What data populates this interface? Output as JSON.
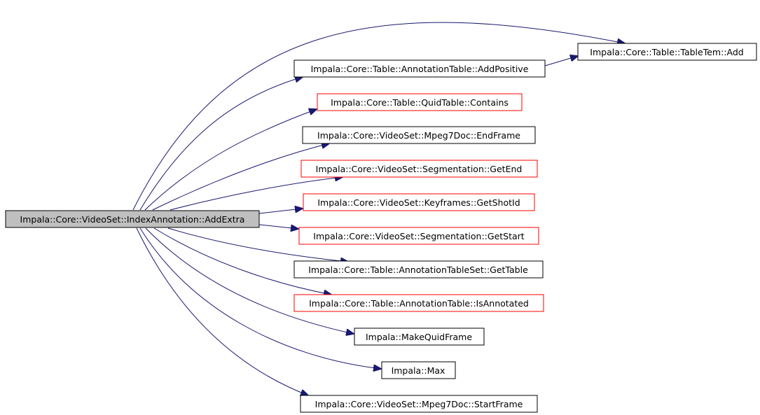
{
  "colors": {
    "background": "#ffffff",
    "root_fill": "#bfbfbf",
    "text": "#000000",
    "edge": "#191970",
    "border_documented": "#000000",
    "border_undocumented": "#ff0000"
  },
  "graph": {
    "root": {
      "id": "root",
      "label": "Impala::Core::VideoSet::IndexAnnotation::AddExtra"
    },
    "nodes": [
      {
        "id": "n_add_positive",
        "label": "Impala::Core::Table::AnnotationTable::AddPositive",
        "border": "black"
      },
      {
        "id": "n_tabletem_add",
        "label": "Impala::Core::Table::TableTem::Add",
        "border": "black"
      },
      {
        "id": "n_contains",
        "label": "Impala::Core::Table::QuidTable::Contains",
        "border": "red"
      },
      {
        "id": "n_endframe",
        "label": "Impala::Core::VideoSet::Mpeg7Doc::EndFrame",
        "border": "black"
      },
      {
        "id": "n_getend",
        "label": "Impala::Core::VideoSet::Segmentation::GetEnd",
        "border": "red"
      },
      {
        "id": "n_getshotid",
        "label": "Impala::Core::VideoSet::Keyframes::GetShotId",
        "border": "red"
      },
      {
        "id": "n_getstart",
        "label": "Impala::Core::VideoSet::Segmentation::GetStart",
        "border": "red"
      },
      {
        "id": "n_gettable",
        "label": "Impala::Core::Table::AnnotationTableSet::GetTable",
        "border": "black"
      },
      {
        "id": "n_isannotated",
        "label": "Impala::Core::Table::AnnotationTable::IsAnnotated",
        "border": "red"
      },
      {
        "id": "n_makequidframe",
        "label": "Impala::MakeQuidFrame",
        "border": "black"
      },
      {
        "id": "n_max",
        "label": "Impala::Max",
        "border": "black"
      },
      {
        "id": "n_startframe",
        "label": "Impala::Core::VideoSet::Mpeg7Doc::StartFrame",
        "border": "black"
      }
    ],
    "edges": [
      {
        "from": "root",
        "to": "n_tabletem_add"
      },
      {
        "from": "root",
        "to": "n_add_positive"
      },
      {
        "from": "n_add_positive",
        "to": "n_tabletem_add"
      },
      {
        "from": "root",
        "to": "n_contains"
      },
      {
        "from": "root",
        "to": "n_endframe"
      },
      {
        "from": "root",
        "to": "n_getend"
      },
      {
        "from": "root",
        "to": "n_getshotid"
      },
      {
        "from": "root",
        "to": "n_getstart"
      },
      {
        "from": "root",
        "to": "n_gettable"
      },
      {
        "from": "root",
        "to": "n_isannotated"
      },
      {
        "from": "root",
        "to": "n_makequidframe"
      },
      {
        "from": "root",
        "to": "n_max"
      },
      {
        "from": "root",
        "to": "n_startframe"
      }
    ]
  }
}
